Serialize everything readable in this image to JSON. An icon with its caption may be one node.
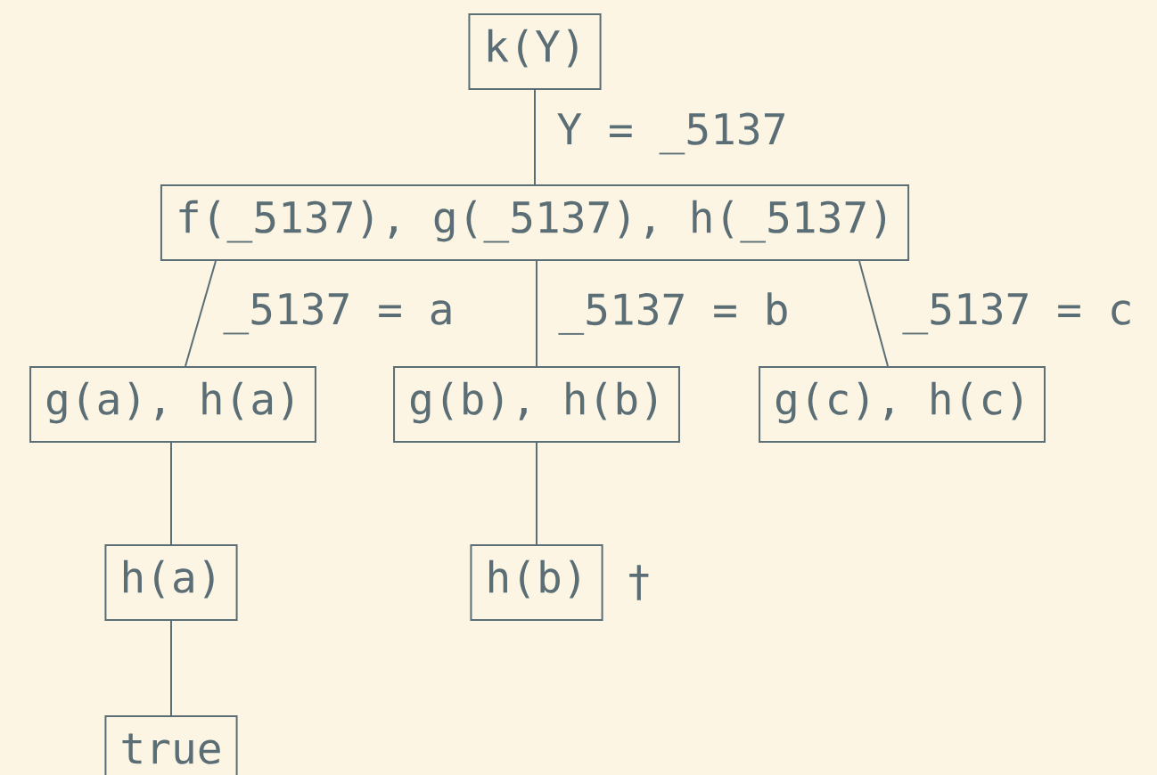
{
  "diagram": {
    "nodes": [
      {
        "text": [
          "k(Y)"
        ]
      },
      {
        "text": [
          "f(_5137), g(_5137), h(_5137)"
        ]
      },
      {
        "text": [
          "g(a), h(a)"
        ]
      },
      {
        "text": [
          "g(b), h(b)"
        ]
      },
      {
        "text": [
          "g(c), h(c)"
        ]
      },
      {
        "text": [
          "h(a)"
        ]
      },
      {
        "text": [
          "h(b)"
        ],
        "beside": [
          "†"
        ]
      },
      {
        "text": [
          "true"
        ]
      }
    ],
    "edges": [
      {
        "from": 0,
        "to": 1,
        "arrow": "none",
        "label": "Y = _5137"
      },
      {
        "from": 1,
        "to": 2,
        "arrow": "none",
        "label": "_5137 = a"
      },
      {
        "from": 1,
        "to": 3,
        "arrow": "none",
        "label": "_5137 = b"
      },
      {
        "from": 1,
        "to": 4,
        "arrow": "none",
        "label": "_5137 = c"
      },
      {
        "from": 2,
        "to": 5,
        "arrow": "none"
      },
      {
        "from": 3,
        "to": 6,
        "arrow": "none"
      },
      {
        "from": 5,
        "to": 7,
        "arrow": "none"
      }
    ]
  }
}
